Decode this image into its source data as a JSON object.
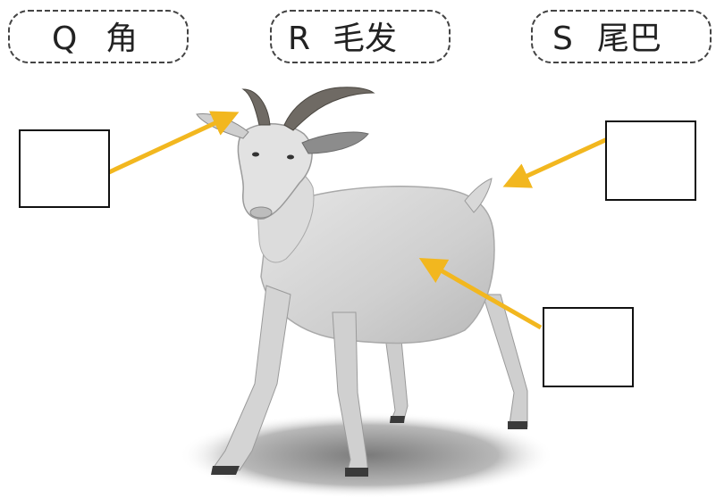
{
  "labels": [
    {
      "letter": "Q",
      "text": "角"
    },
    {
      "letter": "R",
      "text": "毛发"
    },
    {
      "letter": "S",
      "text": "尾巴"
    }
  ],
  "colors": {
    "arrow": "#f2b71f",
    "box_border": "#111111",
    "goat_body": "#d9d9d9",
    "goat_shadow": "#d2d2d2",
    "horn": "#6f6a64"
  }
}
